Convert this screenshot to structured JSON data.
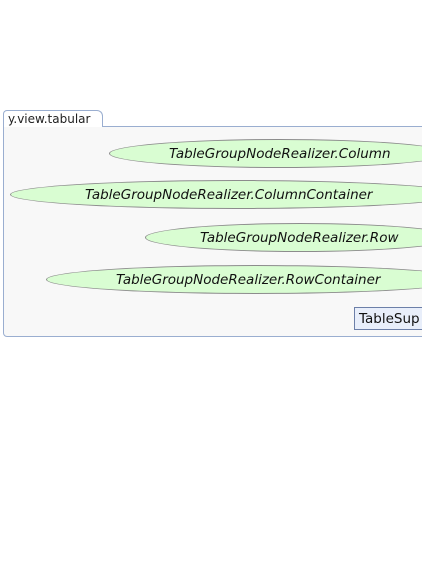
{
  "package": {
    "name": "y.view.tabular"
  },
  "nodes": [
    {
      "label": "TableGroupNodeRealizer.Column"
    },
    {
      "label": "TableGroupNodeRealizer.ColumnContainer"
    },
    {
      "label": "TableGroupNodeRealizer.Row"
    },
    {
      "label": "TableGroupNodeRealizer.RowContainer"
    }
  ],
  "class_box": {
    "label": "TableSup"
  },
  "colors": {
    "node_fill": "#d9fdd2",
    "package_border": "#9aaed0",
    "class_fill": "#e8eefa"
  }
}
